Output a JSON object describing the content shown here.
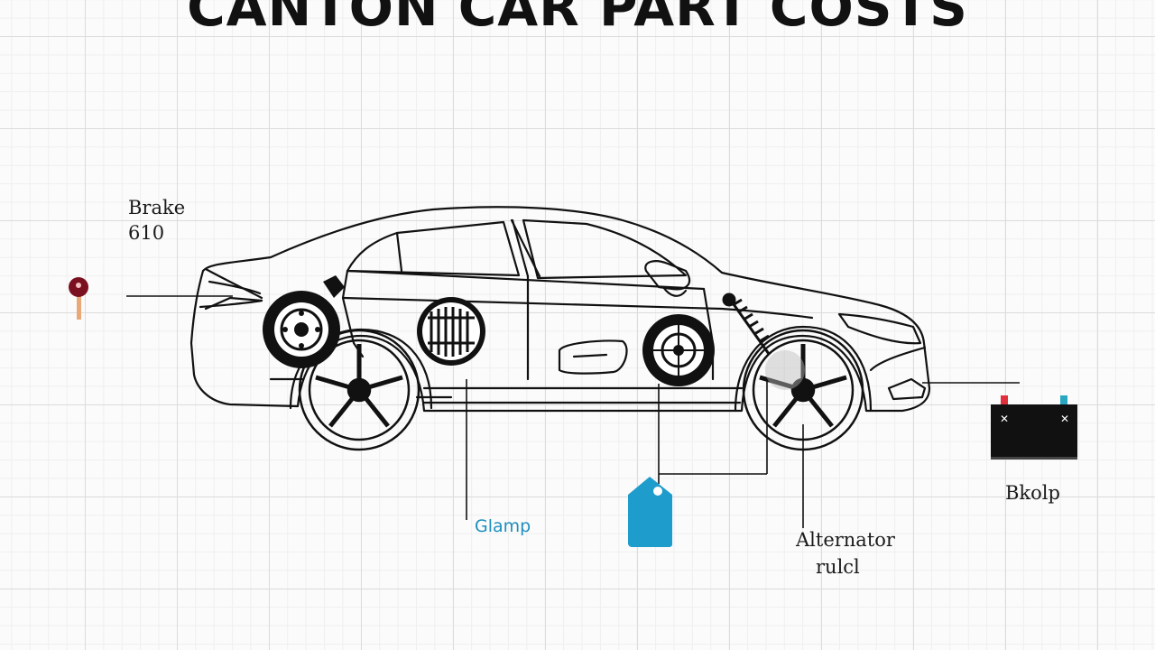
{
  "title": "CANTON CAR PART COSTS",
  "labels": {
    "brake_line1": "Brake",
    "brake_line2": "610",
    "glamp": "Glamp",
    "alternator_line1": "Alternator",
    "alternator_line2": "rulcl",
    "battery": "Bkolp"
  },
  "colors": {
    "grid": "#dcdcdc",
    "outline": "#111111",
    "price_tag": "#1e9ccc",
    "pin_head": "#7a1020",
    "pin_stem": "#e8a878",
    "battery_pos": "#e0303c",
    "battery_neg": "#2aa7c0"
  },
  "icons": [
    "pin-icon",
    "price-tag-icon",
    "battery-icon"
  ]
}
